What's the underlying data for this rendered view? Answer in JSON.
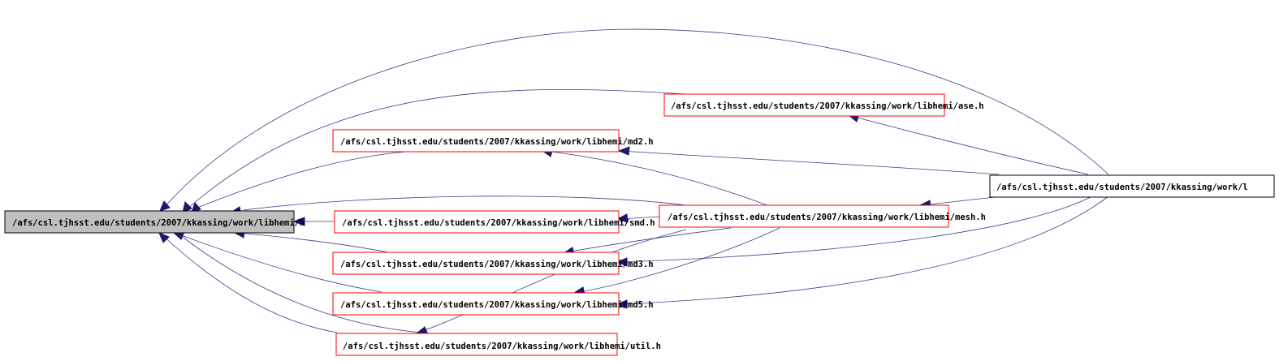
{
  "nodes": {
    "root": "/afs/csl.tjhsst.edu/students/2007/kkassing/work/libhemi/h",
    "ase": "/afs/csl.tjhsst.edu/students/2007/kkassing/work/libhemi/ase.h",
    "md2": "/afs/csl.tjhsst.edu/students/2007/kkassing/work/libhemi/md2.h",
    "main": "/afs/csl.tjhsst.edu/students/2007/kkassing/work/l",
    "smd": "/afs/csl.tjhsst.edu/students/2007/kkassing/work/libhemi/smd.h",
    "mesh": "/afs/csl.tjhsst.edu/students/2007/kkassing/work/libhemi/mesh.h",
    "md3": "/afs/csl.tjhsst.edu/students/2007/kkassing/work/libhemi/md3.h",
    "md5": "/afs/csl.tjhsst.edu/students/2007/kkassing/work/libhemi/md5.h",
    "util": "/afs/csl.tjhsst.edu/students/2007/kkassing/work/libhemi/util.h"
  },
  "colors": {
    "edge": "#191970",
    "node_border": "#ff0000",
    "root_fill": "#bfbfbf"
  }
}
